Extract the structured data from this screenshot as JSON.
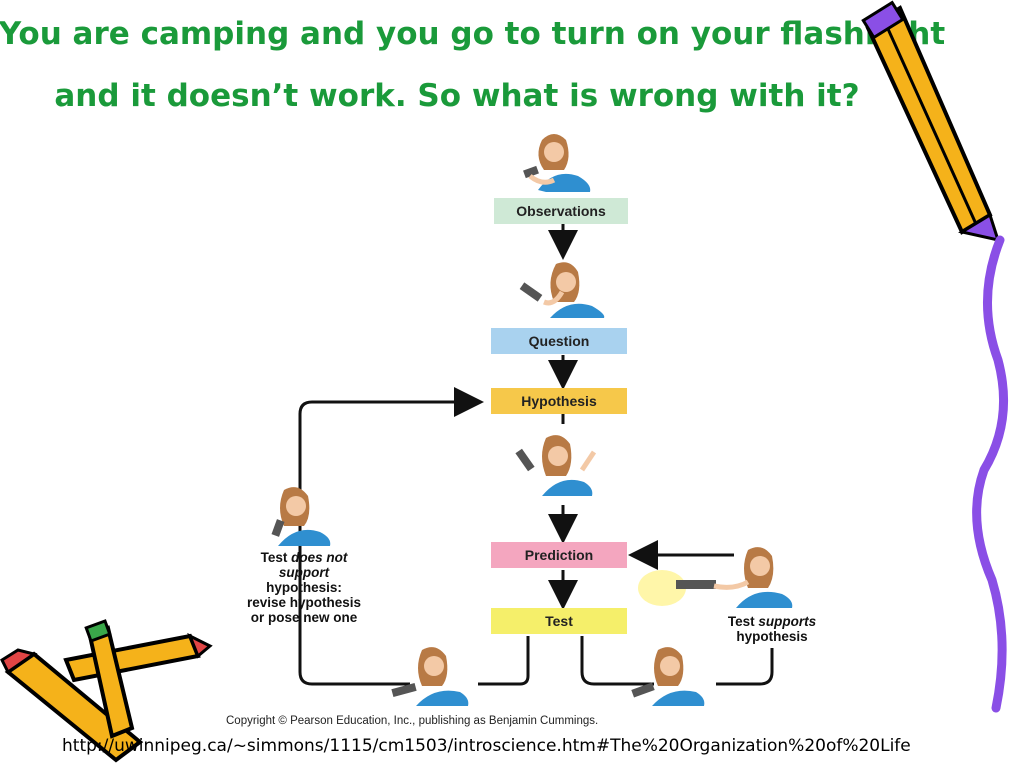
{
  "slide": {
    "title_line1": "You are camping and you go to turn on your flashlight",
    "title_line2": "and it doesn’t work. So what is wrong with it?",
    "url": "http://uwinnipeg.ca/~simmons/1115/cm1503/introscience.htm#The%20Organization%20of%20Life",
    "copyright": "Copyright © Pearson Education, Inc., publishing as Benjamin Cummings."
  },
  "diagram": {
    "steps": [
      {
        "id": "observations",
        "label": "Observations",
        "color": "#cfe9d6"
      },
      {
        "id": "question",
        "label": "Question",
        "color": "#a9d2ef"
      },
      {
        "id": "hypothesis",
        "label": "Hypothesis",
        "color": "#f6c84a"
      },
      {
        "id": "prediction",
        "label": "Prediction",
        "color": "#f4a6bf"
      },
      {
        "id": "test",
        "label": "Test",
        "color": "#f5ef6a"
      }
    ],
    "not_support": {
      "prefix": "Test ",
      "italic": "does not",
      "italic2": "support",
      "line3": "hypothesis:",
      "line4": "revise hypothesis",
      "line5": "or pose new one"
    },
    "supports": {
      "prefix": "Test ",
      "italic": "supports",
      "line2": "hypothesis"
    }
  },
  "colors": {
    "title": "#1a9a3a",
    "arrow": "#111111",
    "pencil_body": "#f5b21a",
    "pencil_outline": "#000000",
    "scribble": "#8a4fe6",
    "shirt": "#2f8fd0",
    "hair": "#b87a45"
  }
}
